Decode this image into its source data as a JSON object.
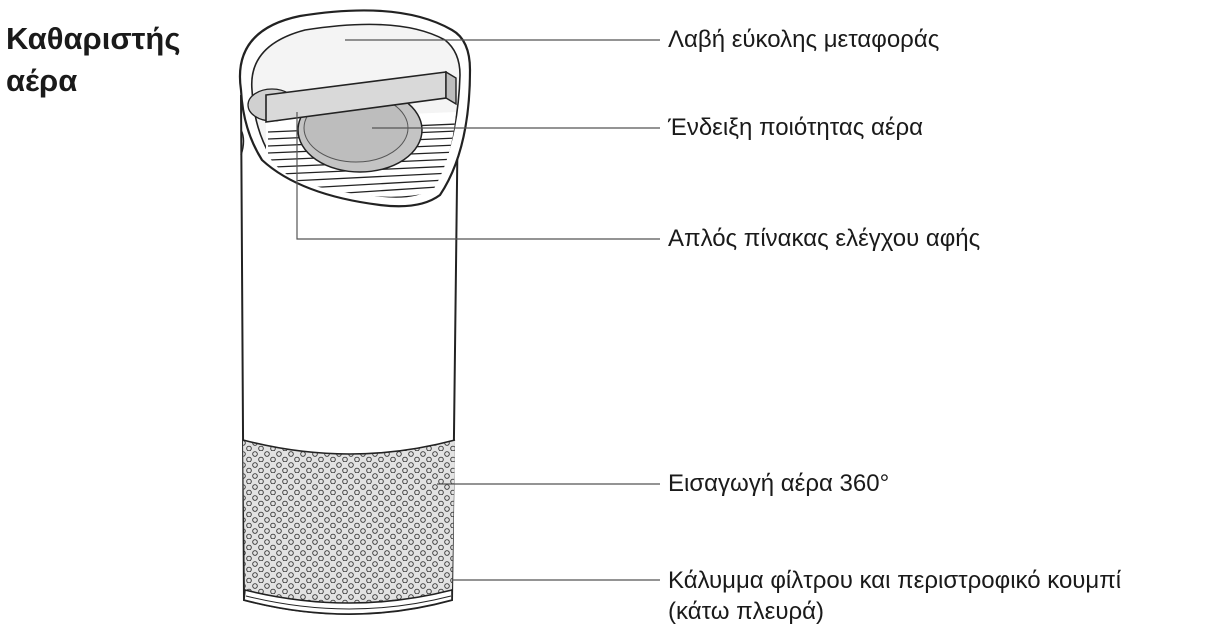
{
  "title": {
    "line1": "Καθαριστής",
    "line2": "αέρα"
  },
  "callouts": [
    {
      "id": "handle",
      "lines": [
        "Λαβή εύκολης μεταφοράς"
      ]
    },
    {
      "id": "air-quality",
      "lines": [
        "Ένδειξη ποιότητας αέρα"
      ]
    },
    {
      "id": "touch-panel",
      "lines": [
        "Απλός πίνακας ελέγχου αφής"
      ]
    },
    {
      "id": "air-intake",
      "lines": [
        "Εισαγωγή αέρα 360°"
      ]
    },
    {
      "id": "filter-cover",
      "lines": [
        "Κάλυμμα φίλτρου και περιστροφικό κουμπί",
        "(κάτω πλευρά)"
      ]
    }
  ],
  "colors": {
    "outline": "#222222",
    "panel_grey": "#cfcfcf",
    "mesh_grey": "#d6d6d6",
    "leader_line": "#555555"
  }
}
